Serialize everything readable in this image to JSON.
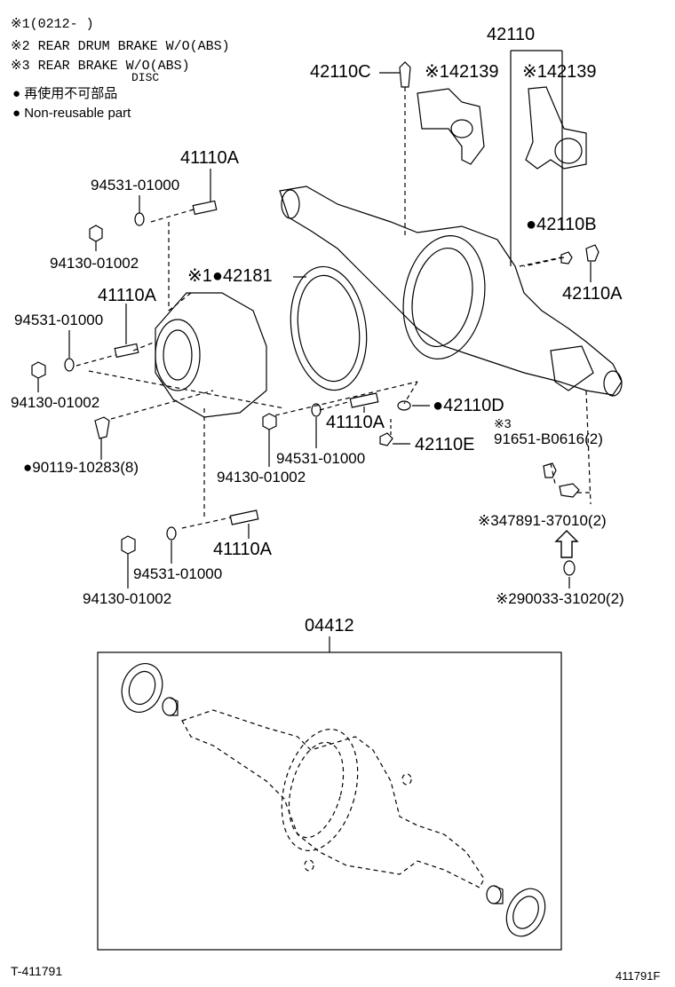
{
  "notes": {
    "n1": "※1(0212-      )",
    "n2": "※2 REAR DRUM BRAKE W/O(ABS)",
    "n3a": "※3 REAR       BRAKE W/O(ABS)",
    "n3b": "DISC",
    "legend_jp": "● 再使用不可部品",
    "legend_en": "● Non-reusable part"
  },
  "parts": {
    "p42110": "42110",
    "p42110C": "42110C",
    "p42139_left": "※142139",
    "p42139_right": "※142139",
    "p41110A_top": "41110A",
    "p94531_top": "94531-01000",
    "p94130_top": "94130-01002",
    "p42110B": "●42110B",
    "p42181": "※1●42181",
    "p42110A_right": "42110A",
    "p41110A_mid": "41110A",
    "p94531_mid": "94531-01000",
    "p94130_mid": "94130-01002",
    "p42110D": "●42110D",
    "p41110A_center": "41110A",
    "sym3": "※3",
    "p91651": "91651-B0616(2)",
    "p42110E": "42110E",
    "p94531_center": "94531-01000",
    "p90119": "●90119-10283(8)",
    "p94130_center": "94130-01002",
    "p47891": "※347891-37010(2)",
    "p41110A_low": "41110A",
    "p94531_low": "94531-01000",
    "p90033": "※290033-31020(2)",
    "p94130_low": "94130-01002",
    "p04412": "04412"
  },
  "footer": {
    "left": "T-411791",
    "right": "411791F"
  }
}
